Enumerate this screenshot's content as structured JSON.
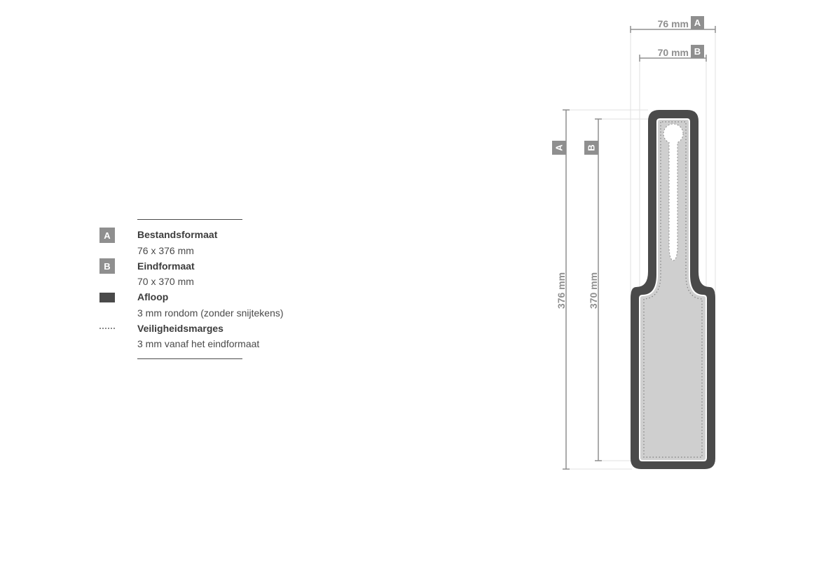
{
  "legend": {
    "items": [
      {
        "badge": "A",
        "title": "Bestandsformaat",
        "desc": "76 x 376 mm"
      },
      {
        "badge": "B",
        "title": "Eindformaat",
        "desc": "70 x 370 mm"
      },
      {
        "badge": "",
        "title": "Afloop",
        "desc": "3 mm rondom (zonder snijtekens)"
      },
      {
        "badge": "",
        "title": "Veiligheidsmarges",
        "desc": "3 mm vanaf het eindformaat"
      }
    ]
  },
  "dimensions": {
    "width_a": {
      "value": "76 mm",
      "badge": "A"
    },
    "width_b": {
      "value": "70 mm",
      "badge": "B"
    },
    "height_a": {
      "value": "376 mm",
      "badge": "A"
    },
    "height_b": {
      "value": "370 mm",
      "badge": "B"
    }
  },
  "colors": {
    "bleed": "#4a4a4a",
    "trim": "#cfcfcf",
    "badge": "#8f8f8f",
    "safety_dots": "#8a8a8a"
  }
}
